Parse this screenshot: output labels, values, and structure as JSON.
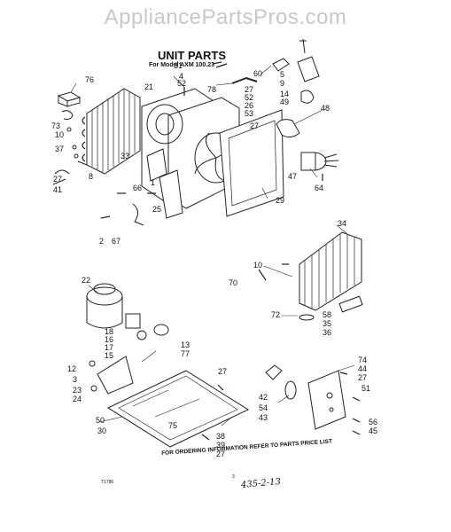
{
  "header": {
    "watermark": "AppliancePartsPros.com",
    "title": "UNIT PARTS",
    "subtitle": "For Model AXM 100.23"
  },
  "callouts": [
    "76",
    "73",
    "10",
    "37",
    "27",
    "41",
    "8",
    "21",
    "31",
    "4",
    "52",
    "78",
    "33",
    "66",
    "1",
    "25",
    "2",
    "67",
    "27",
    "52",
    "26",
    "53",
    "27",
    "60",
    "5",
    "9",
    "14",
    "49",
    "48",
    "47",
    "64",
    "29",
    "34",
    "10",
    "70",
    "72",
    "58",
    "35",
    "36",
    "22",
    "18",
    "16",
    "17",
    "15",
    "13",
    "77",
    "12",
    "3",
    "23",
    "24",
    "27",
    "50",
    "30",
    "75",
    "42",
    "54",
    "43",
    "74",
    "44",
    "27",
    "51",
    "56",
    "45",
    "38",
    "39",
    "27"
  ],
  "footer": {
    "note": "FOR ORDERING INFORMATION REFER TO PARTS PRICE LIST",
    "doc_number": "435-2-13",
    "figure_code": "T1786",
    "page_mark": "3"
  }
}
